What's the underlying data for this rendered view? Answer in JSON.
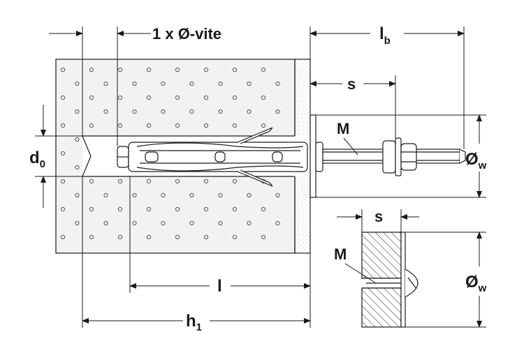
{
  "labels": {
    "screw_length": "1 x Ø-vite",
    "lb": "l",
    "lb_sub": "b",
    "s_top": "s",
    "m_top": "M",
    "d0": "d",
    "d0_sub": "0",
    "ow_top": "Ø",
    "ow_top_sub": "w",
    "s_bottom": "s",
    "m_bottom": "M",
    "ow_bottom": "Ø",
    "ow_bottom_sub": "w",
    "l": "l",
    "h1": "h",
    "h1_sub": "1"
  },
  "colors": {
    "line": "#1a1a1a",
    "panel_fill": "#f2f2f2",
    "dot": "#555555",
    "hatch": "#333333"
  }
}
